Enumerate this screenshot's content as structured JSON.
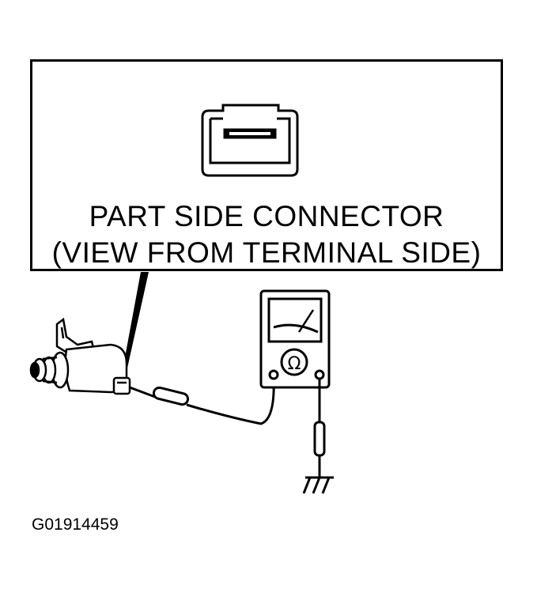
{
  "callout": {
    "line1": "PART SIDE CONNECTOR",
    "line2": "(VIEW FROM TERMINAL SIDE)"
  },
  "meter": {
    "unit_symbol": "Ω"
  },
  "figure_id": "G01914459"
}
